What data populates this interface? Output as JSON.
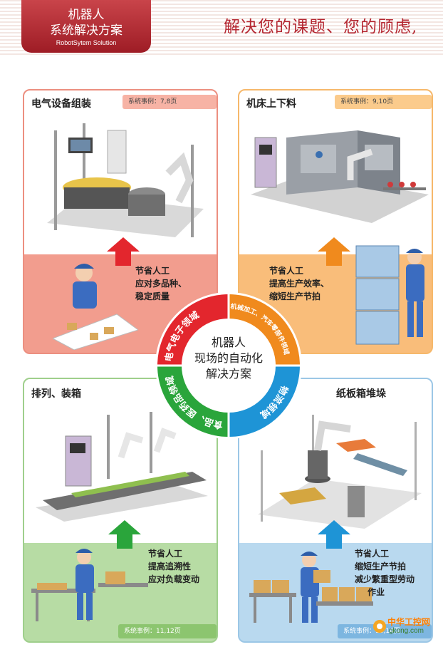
{
  "header": {
    "title_line1": "机器人",
    "title_line2": "系统解决方案",
    "title_en": "RobotSytem Solution",
    "tagline": "解决您的课题、您的顾虑,"
  },
  "panels": [
    {
      "title": "电气设备组装",
      "badge": "系统事例：7,8页",
      "benefits": [
        "节省人工",
        "应对多品种、",
        "稳定质量"
      ],
      "accent": "#e3262d"
    },
    {
      "title": "机床上下料",
      "badge": "系统事例：9,10页",
      "benefits": [
        "节省人工",
        "提高生产效率、",
        "缩短生产节拍"
      ],
      "accent": "#f08a1d"
    },
    {
      "title": "排列、装箱",
      "badge": "系统事例：11,12页",
      "benefits": [
        "节省人工",
        "提高追溯性",
        "应对负载变动"
      ],
      "accent": "#2aa53b"
    },
    {
      "title": "纸板箱堆垛",
      "badge": "系统事例：13,14页",
      "benefits": [
        "节省人工",
        "缩短生产节拍",
        "减少繁重型劳动",
        "作业"
      ],
      "accent": "#1e94d6"
    }
  ],
  "center": {
    "line1": "机器人",
    "line2": "现场的自动化",
    "line3": "解决方案"
  },
  "ring": {
    "seg_red": "电气电子领域",
    "seg_orange": "机械加工、汽车零部件领域",
    "seg_blue": "物流领域",
    "seg_green": "食品、医药品领域",
    "colors": {
      "red": "#e3262d",
      "orange": "#f08a1d",
      "blue": "#1e94d6",
      "green": "#2aa53b"
    }
  },
  "footer": {
    "brand": "中华工控网",
    "url": "gkong.com"
  }
}
